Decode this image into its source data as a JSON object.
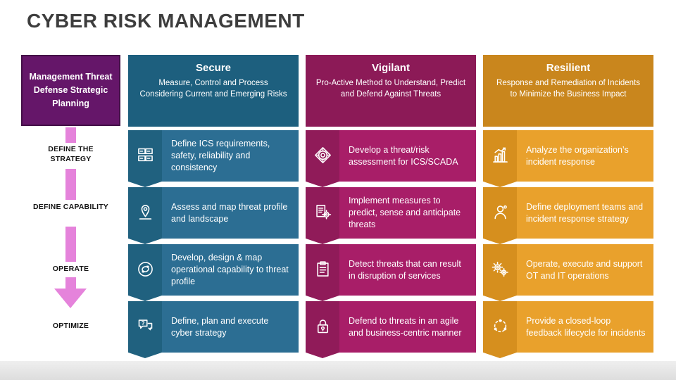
{
  "page": {
    "title": "CYBER RISK MANAGEMENT"
  },
  "flow": {
    "box_label": "Management Threat Defense Strategic Planning",
    "steps": [
      {
        "label": "DEFINE THE STRATEGY"
      },
      {
        "label": "DEFINE CAPABILITY"
      },
      {
        "label": "OPERATE"
      },
      {
        "label": "OPTIMIZE"
      }
    ],
    "colors": {
      "box": "#651669",
      "box_border": "#430F47",
      "arrow": "#E583DB"
    }
  },
  "columns": [
    {
      "name": "Secure",
      "subtitle": "Measure, Control and Process Considering Current and Emerging Risks",
      "colors": {
        "header": "#1D5F7E",
        "tile": "#20617F",
        "row": "#2C6E93"
      },
      "rows": [
        {
          "icon": "server-rack-icon",
          "text": "Define ICS requirements, safety, reliability and consistency"
        },
        {
          "icon": "map-pin-icon",
          "text": "Assess and map threat profile and landscape"
        },
        {
          "icon": "sync-arrows-icon",
          "text": "Develop, design & map operational capability to threat profile"
        },
        {
          "icon": "chat-question-icon",
          "text": "Define, plan and execute cyber strategy"
        }
      ]
    },
    {
      "name": "Vigilant",
      "subtitle": "Pro-Active Method to Understand, Predict and Defend Against Threats",
      "colors": {
        "header": "#8C1A57",
        "tile": "#901B59",
        "row": "#A81E68"
      },
      "rows": [
        {
          "icon": "target-icon",
          "text": "Develop a threat/risk assessment for ICS/SCADA"
        },
        {
          "icon": "document-gear-icon",
          "text": "Implement measures to predict, sense and anticipate threats"
        },
        {
          "icon": "clipboard-icon",
          "text": "Detect threats that can result in disruption of services"
        },
        {
          "icon": "padlock-icon",
          "text": "Defend to threats in an agile and business-centric manner"
        }
      ]
    },
    {
      "name": "Resilient",
      "subtitle": "Response and Remediation of Incidents to Minimize the Business Impact",
      "colors": {
        "header": "#C9861D",
        "tile": "#D68F1E",
        "row": "#E9A12C"
      },
      "rows": [
        {
          "icon": "bar-chart-icon",
          "text": "Analyze the organization’s incident response"
        },
        {
          "icon": "person-icon",
          "text": "Define deployment teams and incident response strategy"
        },
        {
          "icon": "gears-icon",
          "text": "Operate, execute and support OT and IT operations"
        },
        {
          "icon": "loop-dots-icon",
          "text": "Provide a closed-loop feedback lifecycle for incidents"
        }
      ]
    }
  ]
}
